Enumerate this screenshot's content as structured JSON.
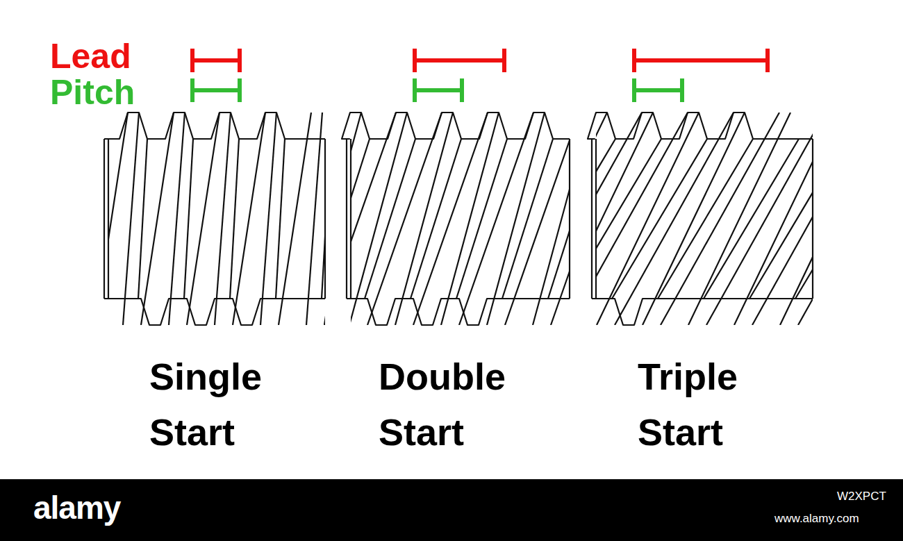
{
  "diagram": {
    "labels": [
      "Lead",
      "Pitch",
      "Single Start",
      "Double Start",
      "Triple Start",
      "alamy",
      "W2XPCT",
      "www.alamy.com"
    ]
  }
}
